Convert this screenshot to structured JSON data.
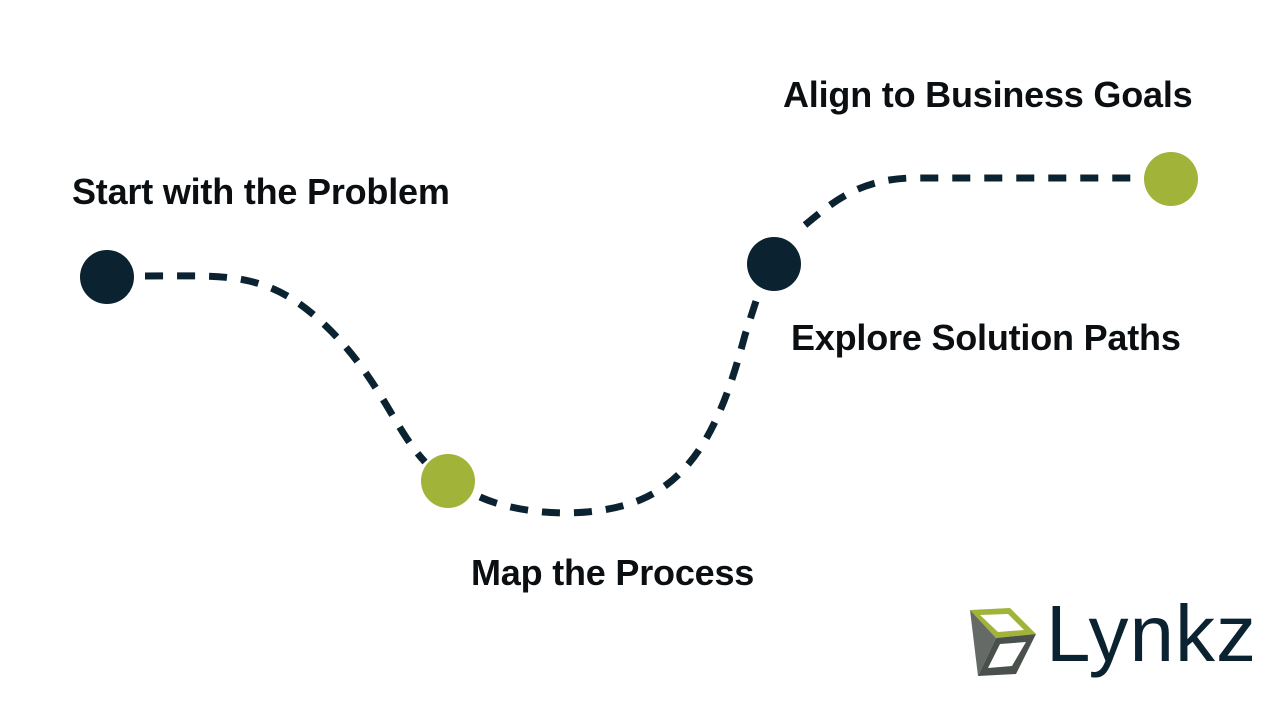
{
  "colors": {
    "dark": "#0b2230",
    "green": "#a2b33a",
    "text": "#0b0f12",
    "logo_gray": "#4a504c"
  },
  "roadmap": {
    "steps": [
      {
        "label": "Start with the Problem",
        "node_color": "dark"
      },
      {
        "label": "Map the Process",
        "node_color": "green"
      },
      {
        "label": "Explore Solution Paths",
        "node_color": "dark"
      },
      {
        "label": "Align to Business Goals",
        "node_color": "green"
      }
    ],
    "connector_style": "dashed"
  },
  "logo": {
    "wordmark": "Lynkz",
    "mark_icon": "lynkz-leaf-icon"
  }
}
